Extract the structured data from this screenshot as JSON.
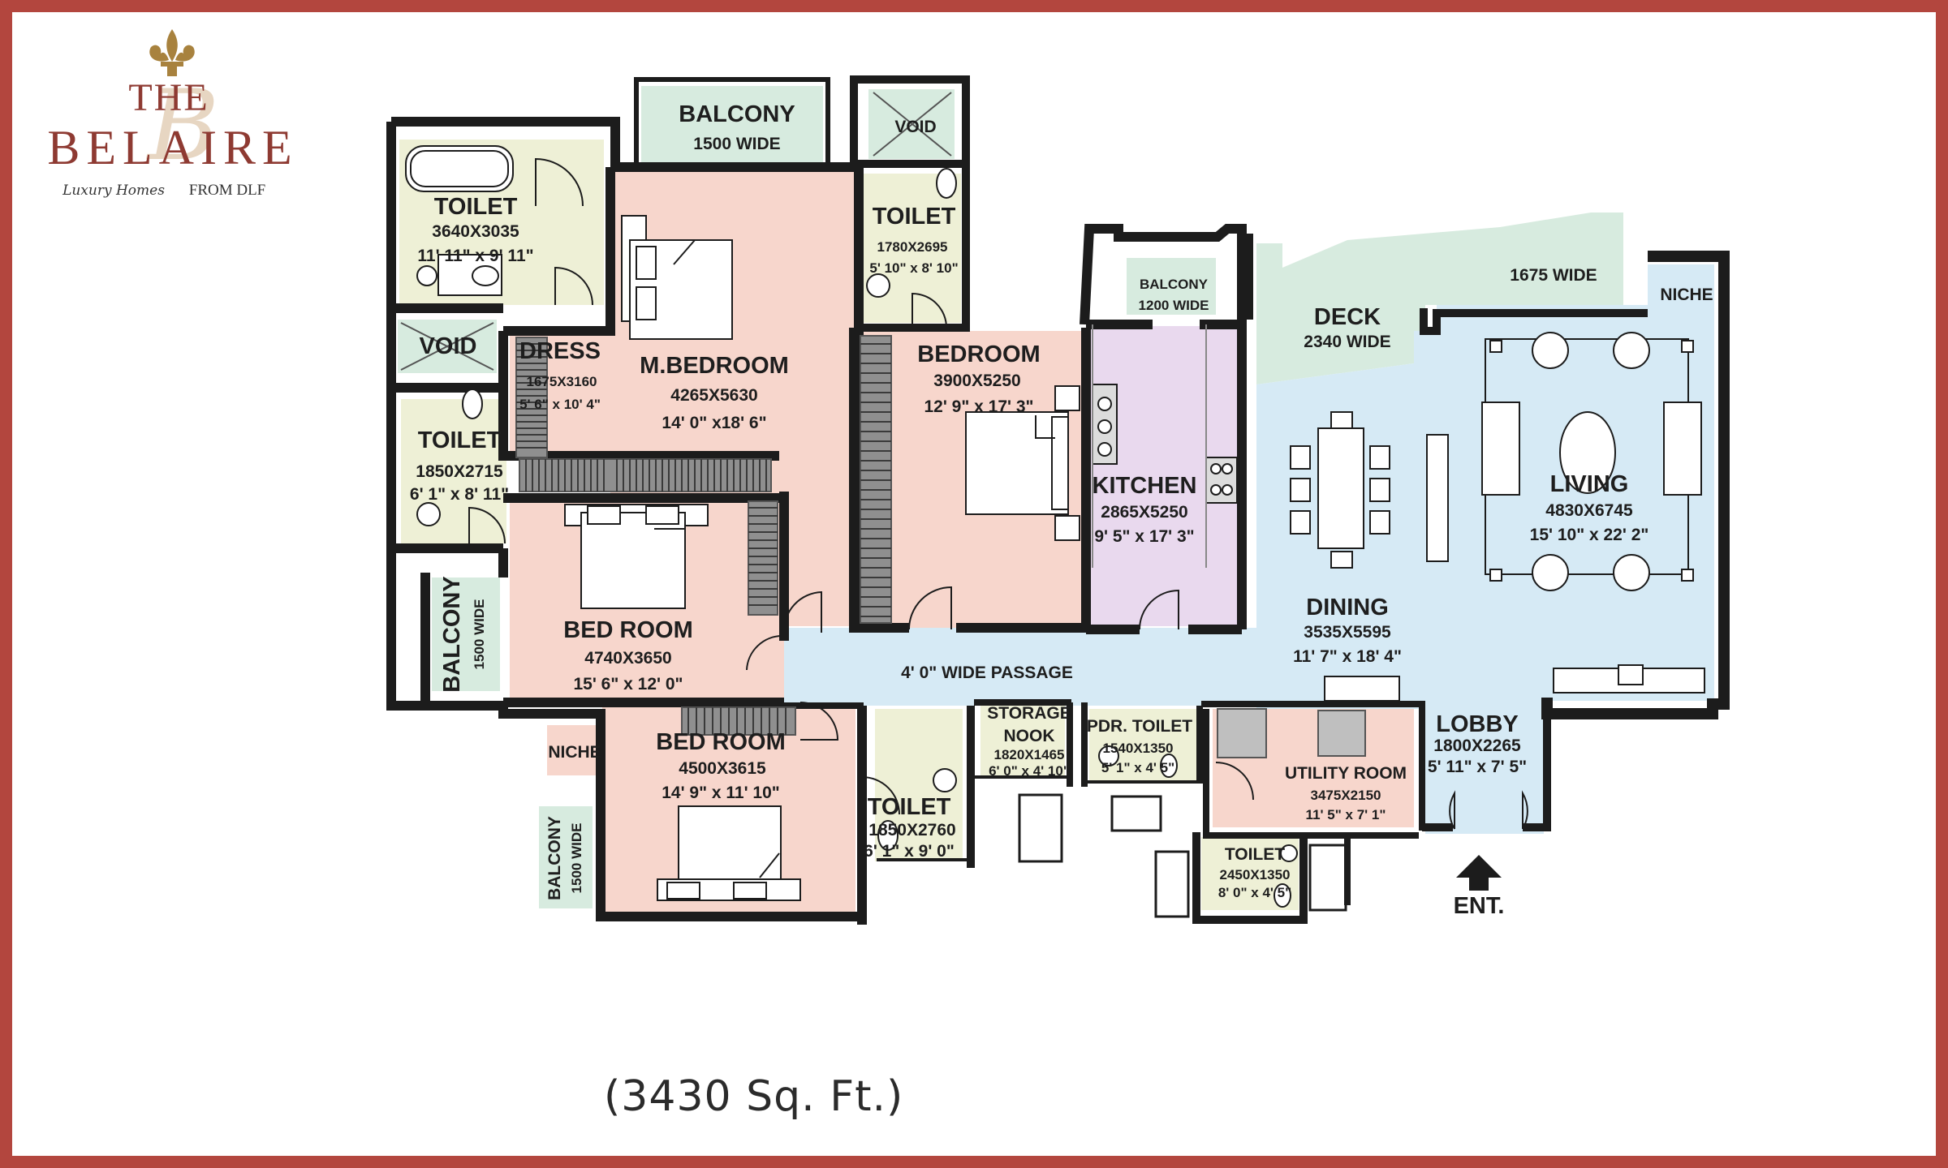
{
  "brand": {
    "line1": "THE",
    "line2": "BELAIRE",
    "tagline_script": "Luxury Homes",
    "tagline_rest": "FROM DLF",
    "monogram": "B"
  },
  "area": "(3430 Sq. Ft.)",
  "colors": {
    "frame": "#b3463e",
    "wall": "#1c1c1c",
    "bedroom": "#f7d6cc",
    "toilet": "#eef0d6",
    "balcony": "#d7ebdf",
    "kitchen": "#e9d9ee",
    "living": "#d6eaf5",
    "furniture": "#ffffff"
  },
  "rooms": {
    "balcony_top": {
      "name": "BALCONY",
      "size": "1500 WIDE"
    },
    "void_top": {
      "name": "VOID"
    },
    "toilet_master": {
      "name": "TOILET",
      "dims": "3640X3035",
      "imperial": "11' 11\" x 9' 11\""
    },
    "toilet_bedroom": {
      "name": "TOILET",
      "dims": "1780X2695",
      "imperial": "5' 10\" x 8' 10\""
    },
    "void_left": {
      "name": "VOID"
    },
    "dress": {
      "name": "DRESS",
      "dims": "1675X3160",
      "imperial": "5' 6\" x 10' 4\""
    },
    "master_bedroom": {
      "name": "M.BEDROOM",
      "dims": "4265X5630",
      "imperial": "14' 0\" x18' 6\""
    },
    "bedroom_2": {
      "name": "BEDROOM",
      "dims": "3900X5250",
      "imperial": "12' 9\" x 17' 3\""
    },
    "balcony_kitchen": {
      "name": "BALCONY",
      "size": "1200 WIDE"
    },
    "deck": {
      "name": "DECK",
      "size": "2340 WIDE"
    },
    "deck_right": {
      "size": "1675 WIDE"
    },
    "niche_top": {
      "name": "NICHE"
    },
    "kitchen": {
      "name": "KITCHEN",
      "dims": "2865X5250",
      "imperial": "9' 5\" x 17' 3\""
    },
    "toilet_left": {
      "name": "TOILET",
      "dims": "1850X2715",
      "imperial": "6' 1\" x 8' 11\""
    },
    "living": {
      "name": "LIVING",
      "dims": "4830X6745",
      "imperial": "15' 10\" x 22' 2\""
    },
    "dining": {
      "name": "DINING",
      "dims": "3535X5595",
      "imperial": "11' 7\" x 18' 4\""
    },
    "bedroom_3": {
      "name": "BED ROOM",
      "dims": "4740X3650",
      "imperial": "15' 6\" x 12' 0\""
    },
    "balcony_left": {
      "name": "BALCONY",
      "size": "1500 WIDE"
    },
    "passage": {
      "name": "4' 0\" WIDE PASSAGE"
    },
    "storage_nook": {
      "name1": "STORAGE",
      "name2": "NOOK",
      "dims": "1820X1465",
      "imperial": "6' 0\" x 4' 10\""
    },
    "pdr_toilet": {
      "name": "PDR. TOILET",
      "dims": "1540X1350",
      "imperial": "5' 1\" x 4' 5\""
    },
    "lobby": {
      "name": "LOBBY",
      "dims": "1800X2265",
      "imperial": "5' 11\" x 7' 5\""
    },
    "niche_bottom": {
      "name": "NICHE"
    },
    "bedroom_4": {
      "name": "BED ROOM",
      "dims": "4500X3615",
      "imperial": "14' 9\" x 11' 10\""
    },
    "utility_room": {
      "name": "UTILITY ROOM",
      "dims": "3475X2150",
      "imperial": "11' 5\" x 7' 1\""
    },
    "toilet_bottom": {
      "name": "TOILET",
      "dims": "1850X2760",
      "imperial": "6' 1\" x 9' 0\""
    },
    "toilet_utility": {
      "name": "TOILET",
      "dims": "2450X1350",
      "imperial": "8' 0\" x 4' 5\""
    },
    "balcony_bottom": {
      "name": "BALCONY",
      "size": "1500 WIDE"
    },
    "entrance": {
      "name": "ENT."
    }
  }
}
